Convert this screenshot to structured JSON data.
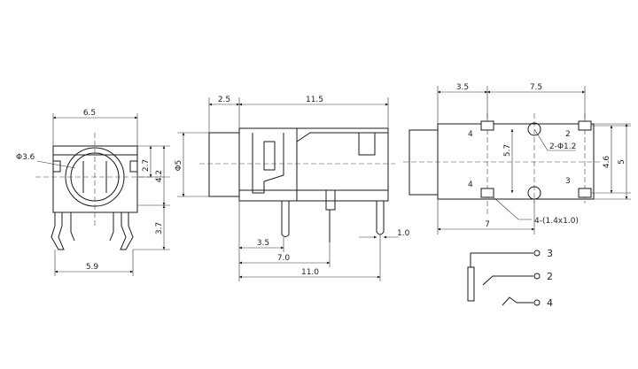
{
  "front_view": {
    "width_top": "6.5",
    "width_bottom": "5.9",
    "hole_dia": "Φ3.6",
    "offset_1": "2.7",
    "offset_2": "4.2",
    "leg_height": "3.7"
  },
  "side_view": {
    "nose_len": "2.5",
    "body_len": "11.5",
    "dia": "Φ5",
    "pin_dist_1": "3.5",
    "pin_dist_2": "7.0",
    "pin_dist_3": "11.0",
    "pin_width": "1.0"
  },
  "top_view": {
    "top_dim_1": "3.5",
    "top_dim_2": "7.5",
    "pad_label_left_top": "4",
    "pad_label_left_bottom": "4",
    "pad_label_right_top": "2",
    "pad_label_right_bottom": "3",
    "vert_dim": "5.7",
    "hole_callout": "2-Φ1.2",
    "right_dim_1": "4.6",
    "right_dim_2": "5",
    "bottom_dim": "7",
    "pad_callout": "4-(1.4x1.0)"
  },
  "schematic": {
    "pin_3": "3",
    "pin_2": "2",
    "pin_4": "4"
  }
}
